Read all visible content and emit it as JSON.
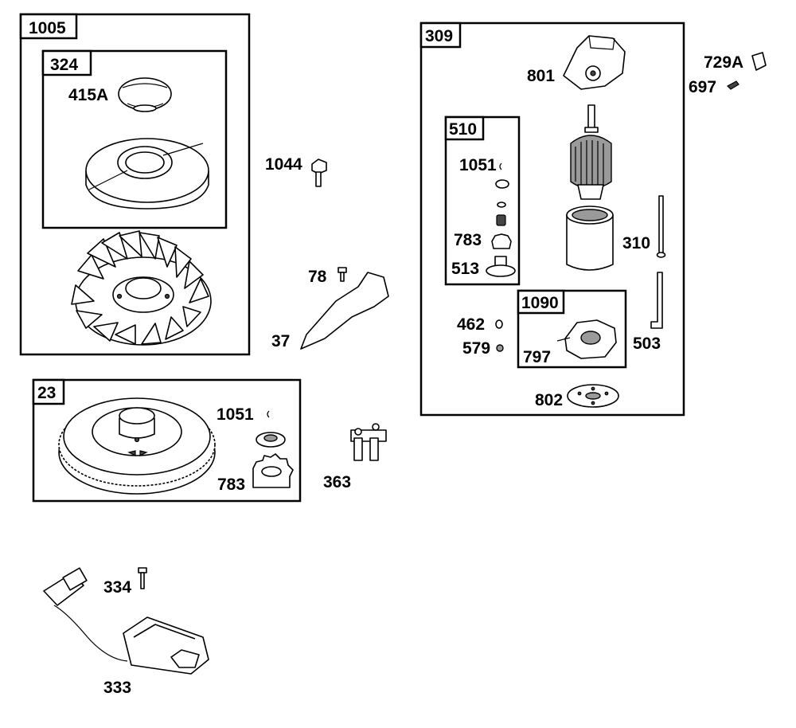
{
  "colors": {
    "line": "#000000",
    "shade": "#9a9a9a",
    "dark": "#444444",
    "background": "#ffffff"
  },
  "groups": [
    {
      "id": "1005",
      "label": "1005"
    },
    {
      "id": "324",
      "label": "324"
    },
    {
      "id": "23",
      "label": "23"
    },
    {
      "id": "309",
      "label": "309"
    },
    {
      "id": "510",
      "label": "510"
    },
    {
      "id": "1090",
      "label": "1090"
    }
  ],
  "parts": [
    {
      "id": "415A",
      "label": "415A"
    },
    {
      "id": "1044",
      "label": "1044"
    },
    {
      "id": "78",
      "label": "78"
    },
    {
      "id": "37",
      "label": "37"
    },
    {
      "id": "1051a",
      "label": "1051"
    },
    {
      "id": "783a",
      "label": "783"
    },
    {
      "id": "363",
      "label": "363"
    },
    {
      "id": "334",
      "label": "334"
    },
    {
      "id": "333",
      "label": "333"
    },
    {
      "id": "801",
      "label": "801"
    },
    {
      "id": "729A",
      "label": "729A"
    },
    {
      "id": "697",
      "label": "697"
    },
    {
      "id": "1051b",
      "label": "1051"
    },
    {
      "id": "783b",
      "label": "783"
    },
    {
      "id": "513",
      "label": "513"
    },
    {
      "id": "310",
      "label": "310"
    },
    {
      "id": "462",
      "label": "462"
    },
    {
      "id": "579",
      "label": "579"
    },
    {
      "id": "797",
      "label": "797"
    },
    {
      "id": "503",
      "label": "503"
    },
    {
      "id": "802",
      "label": "802"
    }
  ]
}
